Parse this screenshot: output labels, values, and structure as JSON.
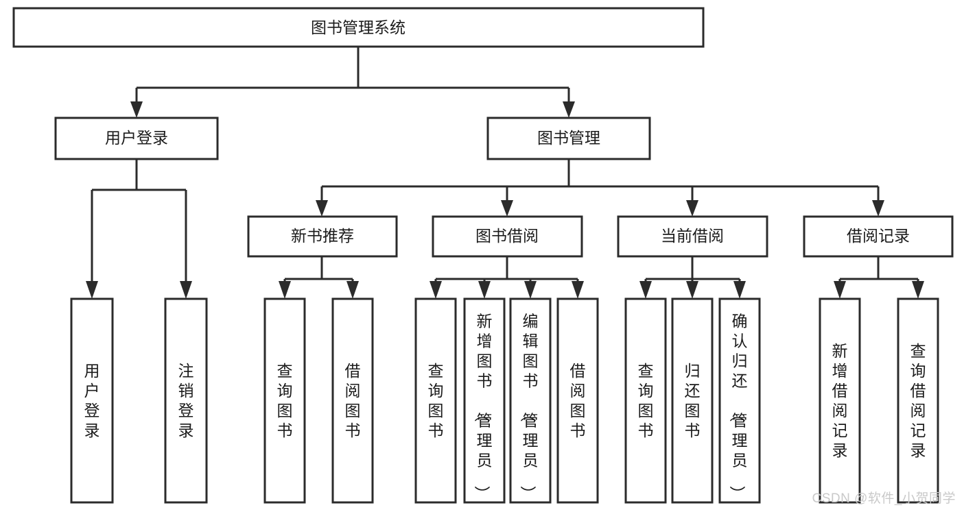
{
  "diagram": {
    "type": "tree",
    "title": "图书管理系统",
    "watermark": "CSDN @软件_小贺同学",
    "colors": {
      "box_stroke": "#2b2b2b",
      "box_fill": "#ffffff",
      "text": "#1b1b1b",
      "background": "#ffffff",
      "watermark": "#c9c9c9"
    },
    "nodes": {
      "root": {
        "label": "图书管理系统",
        "level": 1
      },
      "l2": [
        {
          "label": "用户登录",
          "level": 2
        },
        {
          "label": "图书管理",
          "level": 2
        }
      ],
      "l3": [
        {
          "label": "新书推荐",
          "level": 3,
          "parent": "图书管理"
        },
        {
          "label": "图书借阅",
          "level": 3,
          "parent": "图书管理"
        },
        {
          "label": "当前借阅",
          "level": 3,
          "parent": "图书管理"
        },
        {
          "label": "借阅记录",
          "level": 3,
          "parent": "图书管理"
        }
      ],
      "leaves": [
        {
          "label": "用户登录",
          "parent": "用户登录"
        },
        {
          "label": "注销登录",
          "parent": "用户登录"
        },
        {
          "label": "查询图书",
          "parent": "新书推荐"
        },
        {
          "label": "借阅图书",
          "parent": "新书推荐"
        },
        {
          "label": "查询图书",
          "parent": "图书借阅"
        },
        {
          "label": "新增图书（管理员）",
          "parent": "图书借阅"
        },
        {
          "label": "编辑图书（管理员）",
          "parent": "图书借阅"
        },
        {
          "label": "借阅图书",
          "parent": "图书借阅"
        },
        {
          "label": "查询图书",
          "parent": "当前借阅"
        },
        {
          "label": "归还图书",
          "parent": "当前借阅"
        },
        {
          "label": "确认归还（管理员）",
          "parent": "当前借阅"
        },
        {
          "label": "新增借阅记录",
          "parent": "借阅记录"
        },
        {
          "label": "查询借阅记录",
          "parent": "借阅记录"
        }
      ]
    }
  }
}
